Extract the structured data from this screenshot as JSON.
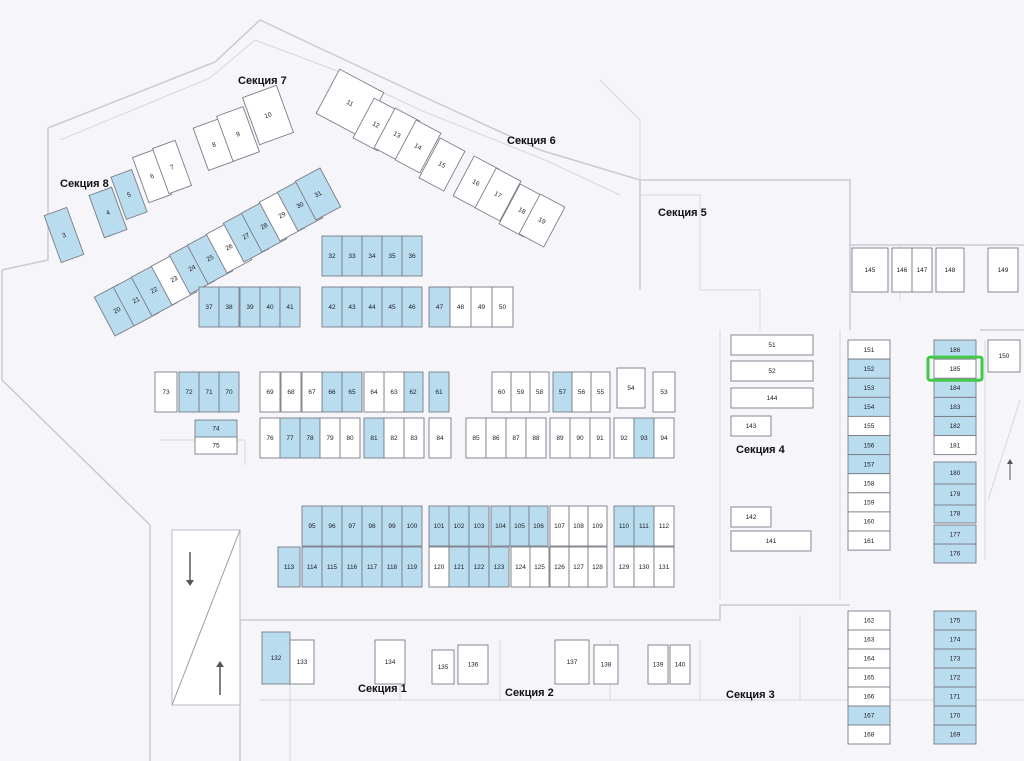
{
  "colors": {
    "available": "#b9dcef",
    "occupied": "#ffffff",
    "highlight": "#44c84a"
  },
  "sections": [
    {
      "id": "s1",
      "label": "Секция 1"
    },
    {
      "id": "s2",
      "label": "Секция 2"
    },
    {
      "id": "s3",
      "label": "Секция 3"
    },
    {
      "id": "s4",
      "label": "Секция 4"
    },
    {
      "id": "s5",
      "label": "Секция 5"
    },
    {
      "id": "s6",
      "label": "Секция 6"
    },
    {
      "id": "s7",
      "label": "Секция 7"
    },
    {
      "id": "s8",
      "label": "Секция 8"
    }
  ],
  "selected_spot": "185",
  "spots_available": [
    "3",
    "4",
    "5",
    "20",
    "21",
    "22",
    "24",
    "25",
    "27",
    "28",
    "30",
    "31",
    "32",
    "33",
    "34",
    "35",
    "36",
    "37",
    "38",
    "39",
    "40",
    "41",
    "42",
    "43",
    "44",
    "45",
    "46",
    "47",
    "57",
    "61",
    "62",
    "65",
    "66",
    "70",
    "71",
    "72",
    "74",
    "77",
    "78",
    "81",
    "93",
    "95",
    "96",
    "97",
    "98",
    "99",
    "100",
    "101",
    "102",
    "103",
    "104",
    "105",
    "106",
    "110",
    "111",
    "113",
    "114",
    "115",
    "116",
    "117",
    "118",
    "119",
    "121",
    "122",
    "123",
    "132",
    "152",
    "153",
    "154",
    "156",
    "157",
    "167",
    "169",
    "170",
    "171",
    "172",
    "173",
    "174",
    "175",
    "176",
    "177",
    "178",
    "179",
    "180",
    "182",
    "183",
    "184",
    "186"
  ],
  "spots": [
    "3",
    "4",
    "5",
    "6",
    "7",
    "8",
    "9",
    "10",
    "11",
    "12",
    "13",
    "14",
    "15",
    "16",
    "17",
    "18",
    "19",
    "20",
    "21",
    "22",
    "23",
    "24",
    "25",
    "26",
    "27",
    "28",
    "29",
    "30",
    "31",
    "32",
    "33",
    "34",
    "35",
    "36",
    "37",
    "38",
    "39",
    "40",
    "41",
    "42",
    "43",
    "44",
    "45",
    "46",
    "47",
    "48",
    "49",
    "50",
    "51",
    "52",
    "53",
    "54",
    "55",
    "56",
    "57",
    "58",
    "59",
    "60",
    "61",
    "62",
    "63",
    "64",
    "65",
    "66",
    "67",
    "68",
    "69",
    "70",
    "71",
    "72",
    "73",
    "74",
    "75",
    "76",
    "77",
    "78",
    "79",
    "80",
    "81",
    "82",
    "83",
    "84",
    "85",
    "86",
    "87",
    "88",
    "89",
    "90",
    "91",
    "92",
    "93",
    "94",
    "95",
    "96",
    "97",
    "98",
    "99",
    "100",
    "101",
    "102",
    "103",
    "104",
    "105",
    "106",
    "107",
    "108",
    "109",
    "110",
    "111",
    "112",
    "113",
    "114",
    "115",
    "116",
    "117",
    "118",
    "119",
    "120",
    "121",
    "122",
    "123",
    "124",
    "125",
    "126",
    "127",
    "128",
    "129",
    "130",
    "131",
    "132",
    "133",
    "134",
    "135",
    "136",
    "137",
    "138",
    "139",
    "140",
    "141",
    "142",
    "143",
    "144",
    "145",
    "146",
    "147",
    "148",
    "149",
    "150",
    "151",
    "152",
    "153",
    "154",
    "155",
    "156",
    "157",
    "158",
    "159",
    "160",
    "161",
    "162",
    "163",
    "164",
    "165",
    "166",
    "167",
    "168",
    "169",
    "170",
    "171",
    "172",
    "173",
    "174",
    "175",
    "176",
    "177",
    "178",
    "179",
    "180",
    "181",
    "182",
    "183",
    "184",
    "185",
    "186"
  ]
}
